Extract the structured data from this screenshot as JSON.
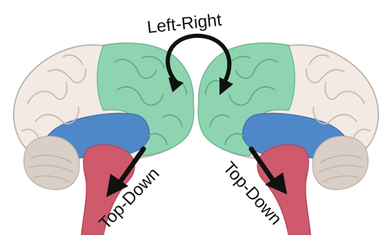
{
  "labels": {
    "left_right": "Left-Right",
    "top_down_left": "Top-Down",
    "top_down_right": "Top-Down"
  },
  "regions": [
    {
      "name": "cerebrum-outer",
      "color": "#f3ebe3"
    },
    {
      "name": "frontal",
      "color": "#8fd4b0"
    },
    {
      "name": "limbic",
      "color": "#4f88c8"
    },
    {
      "name": "brainstem",
      "color": "#cf5a6c"
    },
    {
      "name": "cerebellum",
      "color": "#d9cfc6"
    }
  ],
  "colors": {
    "outline": "#bfb4ab",
    "fold": "#c9bdb3",
    "fold_green": "#5fae88",
    "arrow": "#111111"
  }
}
